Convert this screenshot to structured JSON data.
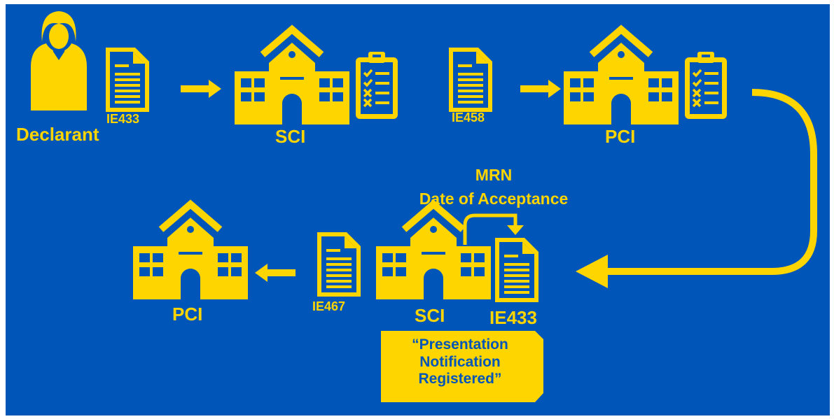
{
  "diagram": {
    "top_row": {
      "actor_label": "Declarant",
      "doc1_label": "IE433",
      "office1_label": "SCI",
      "doc2_label": "IE458",
      "office2_label": "PCI"
    },
    "bottom_row": {
      "info_line1": "MRN",
      "info_line2": "Date of Acceptance",
      "office_sci_label": "SCI",
      "doc_ie433_label": "IE433",
      "doc_ie467_label": "IE467",
      "office_pci_label": "PCI",
      "status_note": {
        "line1": "“Presentation",
        "line2": "Notification",
        "line3": "Registered”"
      }
    }
  },
  "colors": {
    "background": "#0055B8",
    "accent": "#FFD500"
  },
  "icons": {
    "actor": "person-icon",
    "document": "document-icon",
    "office": "school-building-icon",
    "checklist": "clipboard-checklist-icon",
    "arrow": "arrow-right-icon"
  }
}
